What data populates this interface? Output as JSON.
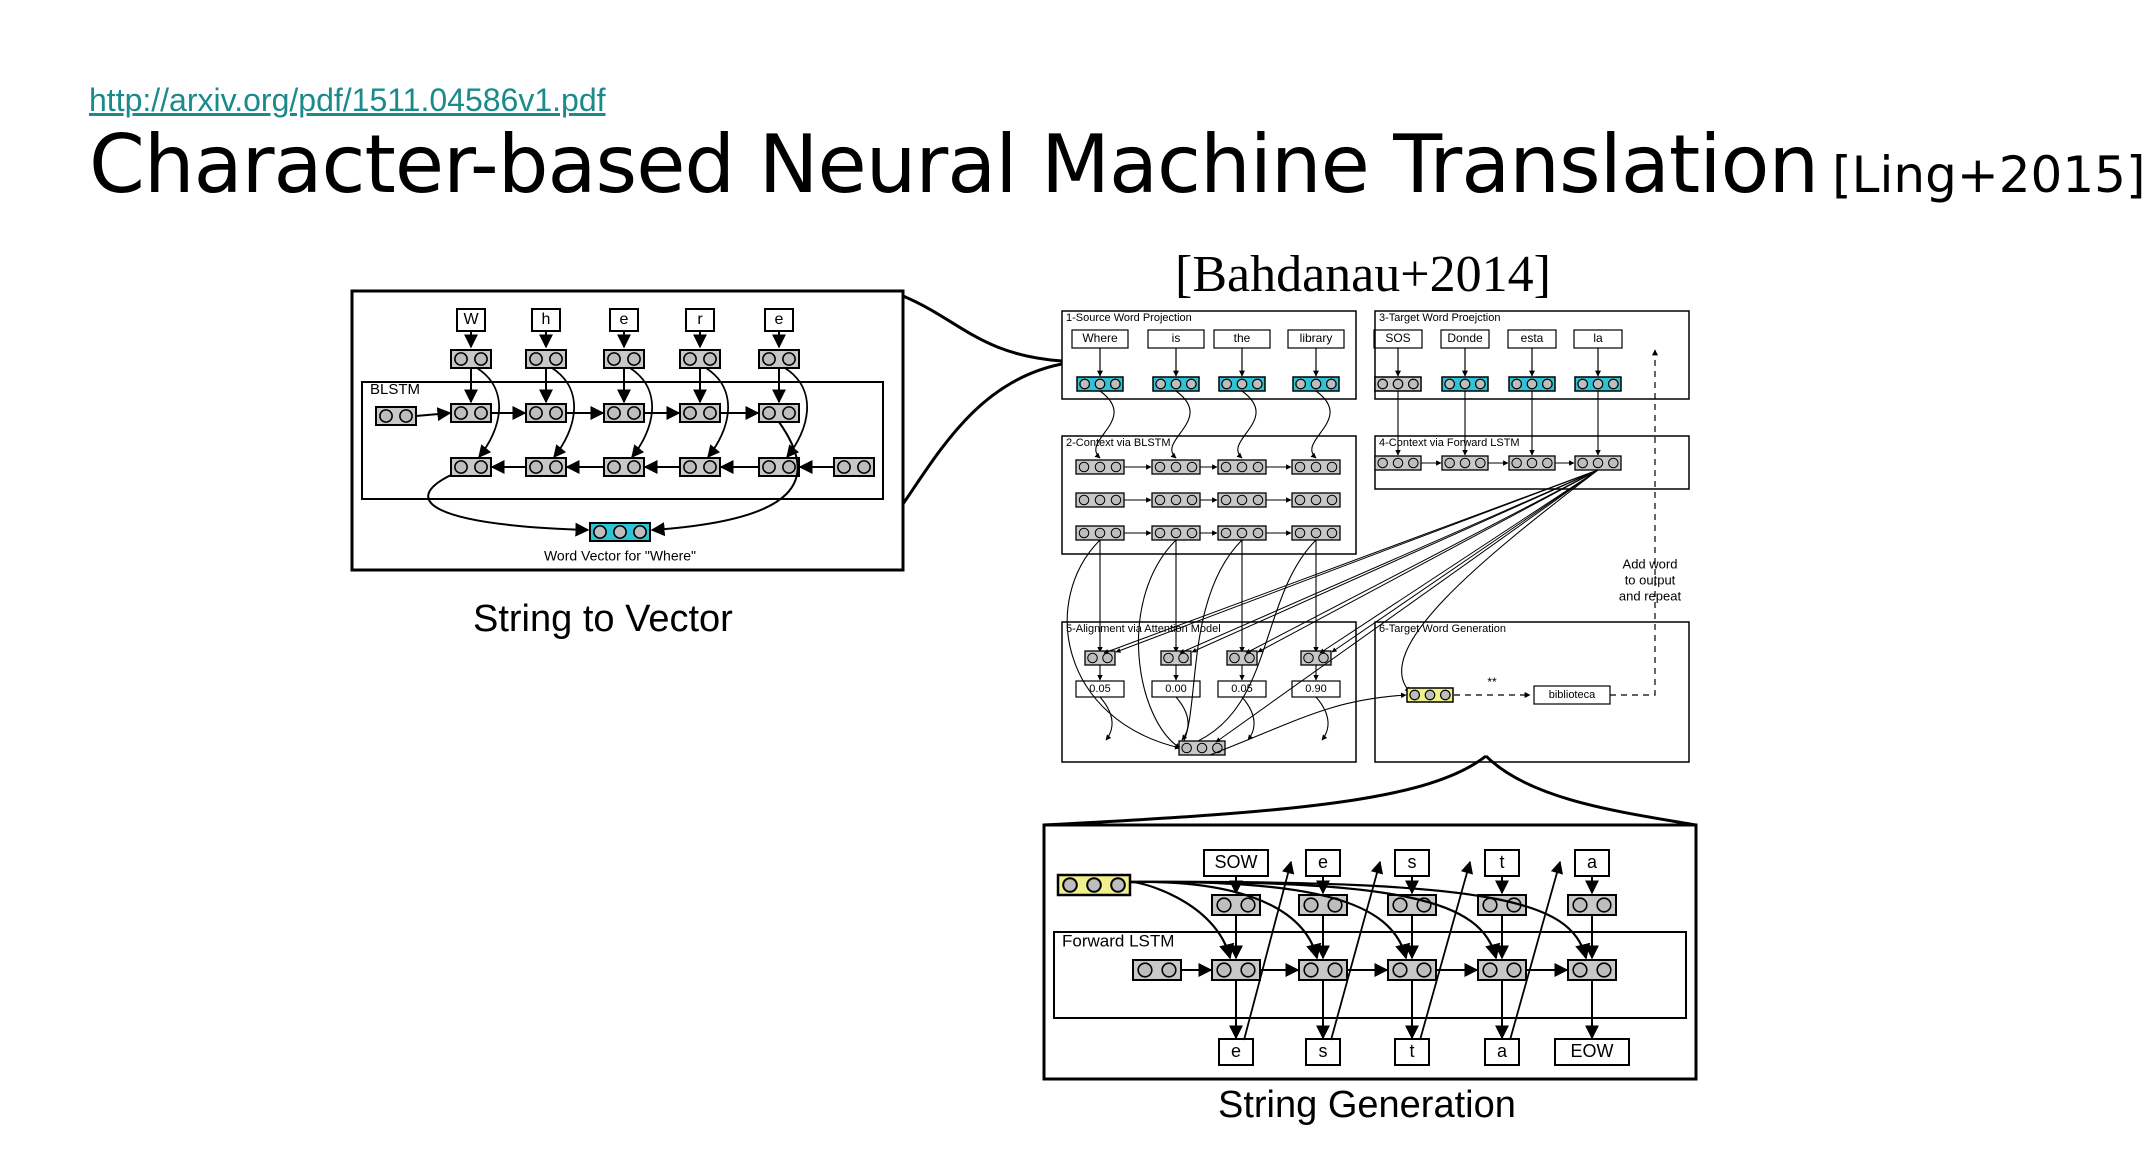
{
  "slide": {
    "link": "http://arxiv.org/pdf/1511.04586v1.pdf",
    "title": "Character-based Neural Machine Translation",
    "citation": "[Ling+2015]",
    "bahdanau": "[Bahdanau+2014]"
  },
  "captions": {
    "string_to_vector": "String to Vector",
    "string_generation": "String Generation"
  },
  "s2v": {
    "chars": [
      "W",
      "h",
      "e",
      "r",
      "e"
    ],
    "blstm_label": "BLSTM",
    "word_vector_label": "Word Vector for \"Where\""
  },
  "attention": {
    "panel1_label": "1-Source Word Projection",
    "panel2_label": "2-Context via BLSTM",
    "panel3_label": "3-Target Word Proejction",
    "panel4_label": "4-Context via Forward LSTM",
    "panel5_label": "5-Alignment via Attention Model",
    "panel6_label": "6-Target Word Generation",
    "source_words": [
      "Where",
      "is",
      "the",
      "library"
    ],
    "target_words": [
      "SOS",
      "Donde",
      "esta",
      "la"
    ],
    "weights": [
      "0.05",
      "0.00",
      "0.05",
      "0.90"
    ],
    "output_word": "biblioteca",
    "add_word_note": [
      "Add word",
      "to output",
      "and repeat"
    ]
  },
  "gen": {
    "inputs": [
      "SOW",
      "e",
      "s",
      "t",
      "a"
    ],
    "outputs": [
      "e",
      "s",
      "t",
      "a",
      "EOW"
    ],
    "lstm_label": "Forward LSTM"
  },
  "colors": {
    "cyan": "#2ec4d6",
    "yellow": "#f2f08a",
    "gray": "#c8c8c8",
    "link": "#1a8a8a"
  }
}
